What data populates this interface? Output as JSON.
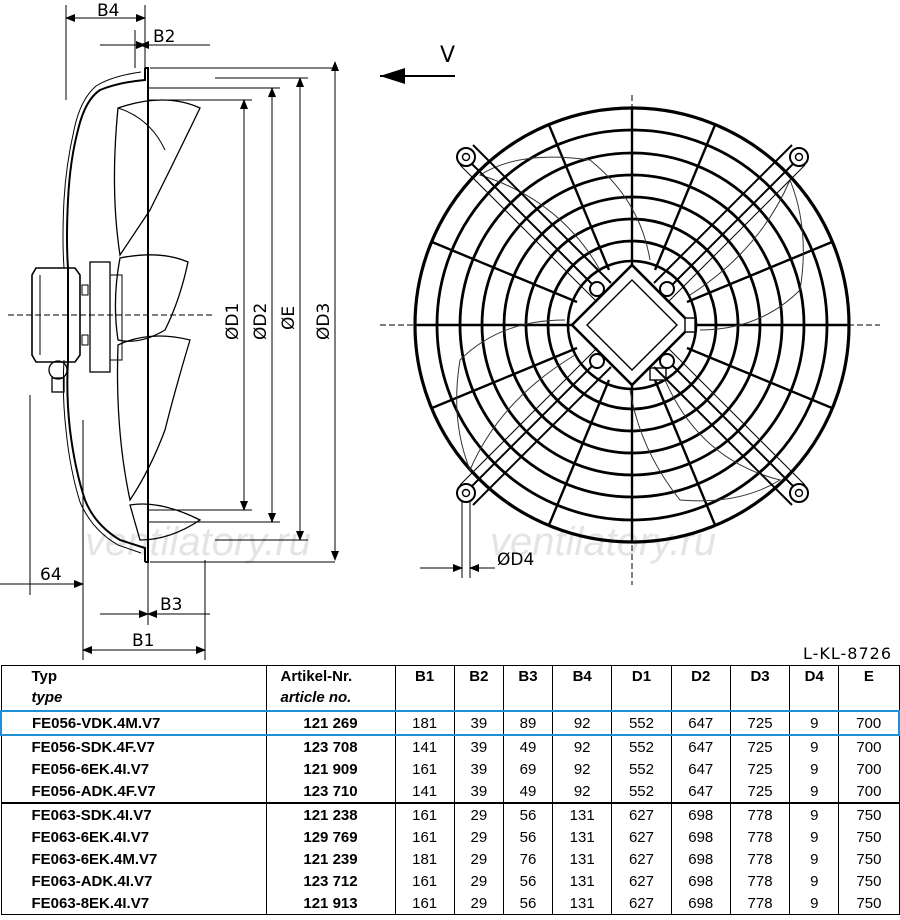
{
  "drawing": {
    "watermark": "ventilatory.ru",
    "view_label": "V",
    "labels": {
      "b4": "B4",
      "b2": "B2",
      "b3": "B3",
      "b1": "B1",
      "dim64": "64",
      "d1": "ØD1",
      "d2": "ØD2",
      "e": "ØE",
      "d3": "ØD3",
      "d4": "ØD4"
    },
    "drawing_code": "L-KL-8726"
  },
  "table": {
    "headers": {
      "type_label": "Typ",
      "type_label_en": "type",
      "article_label": "Artikel-Nr.",
      "article_label_en": "article no.",
      "cols": [
        "B1",
        "B2",
        "B3",
        "B4",
        "D1",
        "D2",
        "D3",
        "D4",
        "E"
      ]
    },
    "rows": [
      {
        "type": "FE056-VDK.4M.V7",
        "article": "121 269",
        "values": [
          "181",
          "39",
          "89",
          "92",
          "552",
          "647",
          "725",
          "9",
          "700"
        ]
      },
      {
        "type": "FE056-SDK.4F.V7",
        "article": "123 708",
        "values": [
          "141",
          "39",
          "49",
          "92",
          "552",
          "647",
          "725",
          "9",
          "700"
        ]
      },
      {
        "type": "FE056-6EK.4I.V7",
        "article": "121 909",
        "values": [
          "161",
          "39",
          "69",
          "92",
          "552",
          "647",
          "725",
          "9",
          "700"
        ]
      },
      {
        "type": "FE056-ADK.4F.V7",
        "article": "123 710",
        "values": [
          "141",
          "39",
          "49",
          "92",
          "552",
          "647",
          "725",
          "9",
          "700"
        ]
      },
      {
        "type": "FE063-SDK.4I.V7",
        "article": "121 238",
        "values": [
          "161",
          "29",
          "56",
          "131",
          "627",
          "698",
          "778",
          "9",
          "750"
        ]
      },
      {
        "type": "FE063-6EK.4I.V7",
        "article": "129 769",
        "values": [
          "161",
          "29",
          "56",
          "131",
          "627",
          "698",
          "778",
          "9",
          "750"
        ]
      },
      {
        "type": "FE063-6EK.4M.V7",
        "article": "121 239",
        "values": [
          "181",
          "29",
          "76",
          "131",
          "627",
          "698",
          "778",
          "9",
          "750"
        ]
      },
      {
        "type": "FE063-ADK.4I.V7",
        "article": "123 712",
        "values": [
          "161",
          "29",
          "56",
          "131",
          "627",
          "698",
          "778",
          "9",
          "750"
        ]
      },
      {
        "type": "FE063-8EK.4I.V7",
        "article": "121 913",
        "values": [
          "161",
          "29",
          "56",
          "131",
          "627",
          "698",
          "778",
          "9",
          "750"
        ]
      }
    ],
    "highlight_color": "#1e90d6"
  }
}
